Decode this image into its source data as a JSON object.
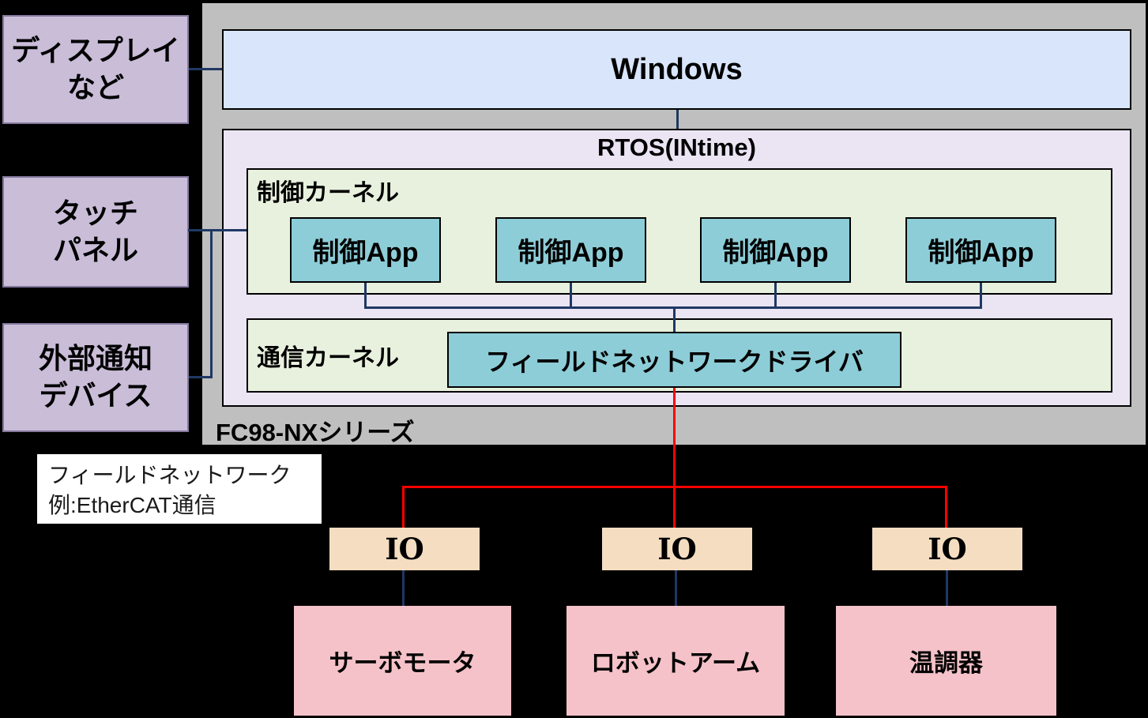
{
  "colors": {
    "background": "#000000",
    "chassis_gray": "#bfbfbf",
    "windows_blue": "#d8e5fa",
    "rtos_lavender": "#eae4f3",
    "kernel_green": "#e8f1de",
    "app_teal": "#8dcdd8",
    "peripheral_purple": "#c9bdd8",
    "io_tan": "#f5ddc1",
    "device_pink": "#f4c2c8",
    "line_blue": "#1f3864",
    "line_red": "#fe0000"
  },
  "peripherals": {
    "display": {
      "label": "ディスプレイ\nなど"
    },
    "touch_panel": {
      "label": "タッチ\nパネル"
    },
    "notify_device": {
      "label": "外部通知\nデバイス"
    }
  },
  "system": {
    "name": "FC98-NXシリーズ",
    "windows": {
      "label": "Windows"
    },
    "rtos": {
      "label": "RTOS(INtime)",
      "control_kernel": {
        "label": "制御カーネル",
        "apps": [
          {
            "label": "制御App"
          },
          {
            "label": "制御App"
          },
          {
            "label": "制御App"
          },
          {
            "label": "制御App"
          }
        ]
      },
      "comm_kernel": {
        "label": "通信カーネル",
        "driver": {
          "label": "フィールドネットワークドライバ"
        }
      }
    }
  },
  "network_note": {
    "line1": "フィールドネットワーク",
    "line2": "例:EtherCAT通信"
  },
  "field_devices": [
    {
      "io": "IO",
      "device": "サーボモータ"
    },
    {
      "io": "IO",
      "device": "ロボットアーム"
    },
    {
      "io": "IO",
      "device": "温調器"
    }
  ]
}
